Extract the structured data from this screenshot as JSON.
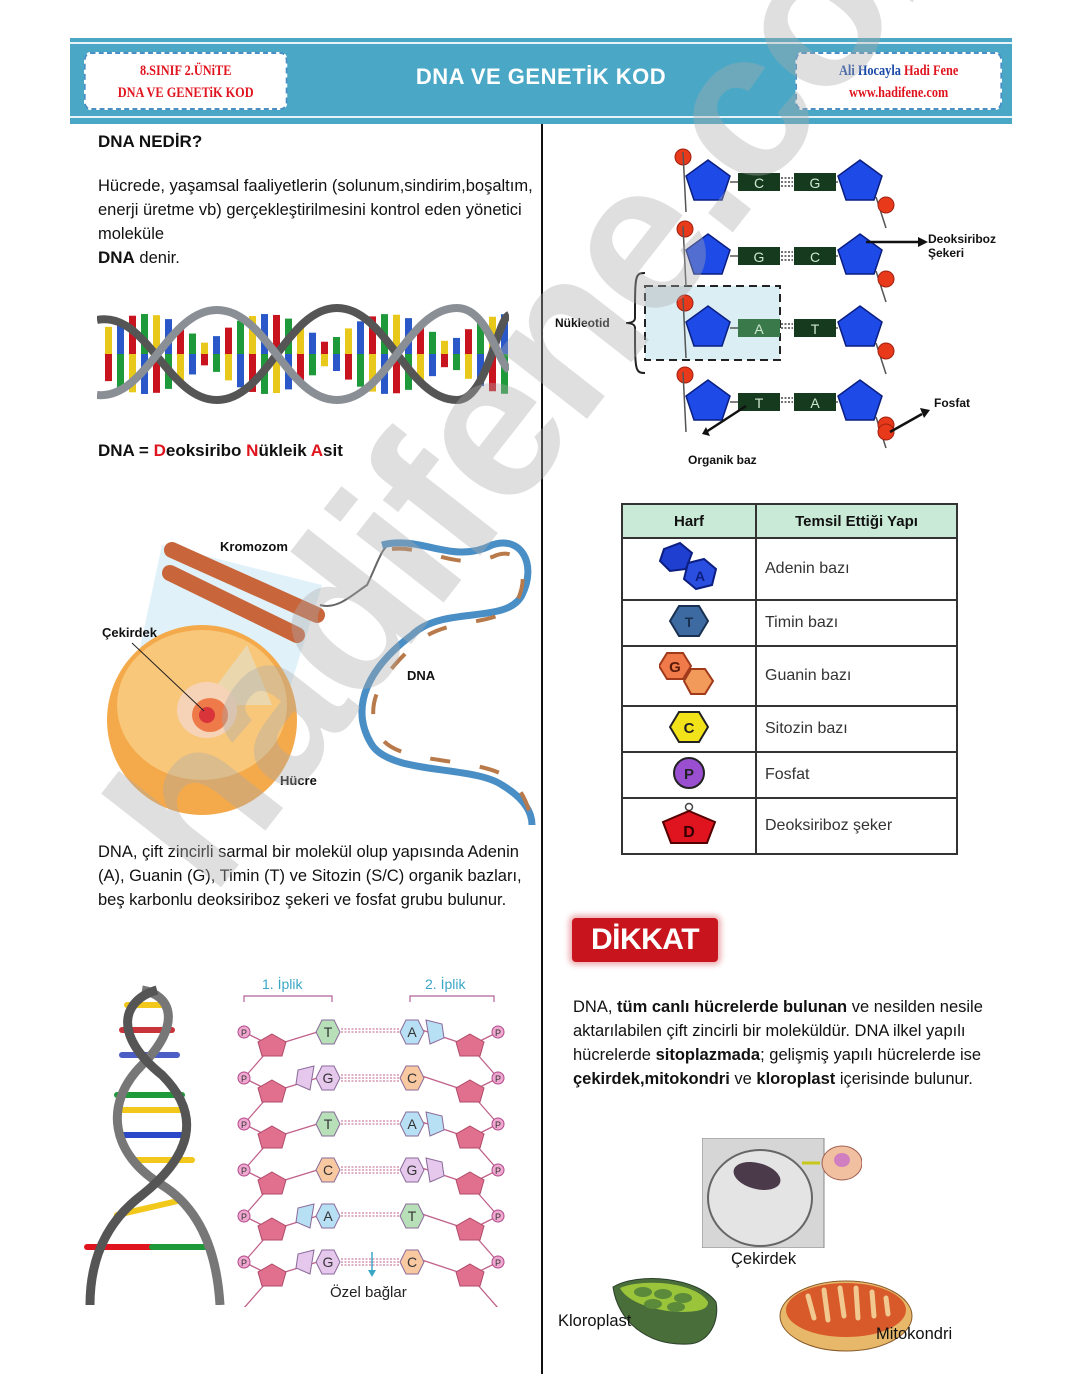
{
  "header": {
    "left_box": {
      "line1": "8.SINIF 2.ÜNiTE",
      "line2": "DNA VE GENETiK KOD"
    },
    "title": "DNA VE GENETİK KOD",
    "right_box": {
      "line1_blue": "Ali Hocayla",
      "line1_red": "Hadi Fene",
      "line2": "www.hadifene.com"
    },
    "colors": {
      "banner": "#4aa8c6",
      "accent_red": "#e0141e",
      "accent_blue": "#1a4aa8"
    }
  },
  "watermark": "hadifene.com",
  "left_column": {
    "heading": "DNA NEDİR?",
    "intro": {
      "text": "Hücrede, yaşamsal faaliyetlerin (solunum,sindirim,boşaltım, enerji üretme vb) gerçekleştirilmesini kontrol eden yönetici moleküle",
      "bold": "DNA",
      "tail": " denir."
    },
    "acronym": {
      "prefix": "DNA = ",
      "parts": [
        {
          "initial": "D",
          "rest": "eoksiribo "
        },
        {
          "initial": "N",
          "rest": "ükleik "
        },
        {
          "initial": "A",
          "rest": "sit"
        }
      ]
    },
    "cell_figure": {
      "labels": {
        "chromosome": "Kromozom",
        "nucleus": "Çekirdek",
        "dna": "DNA",
        "cell": "Hücre"
      }
    },
    "structure_text": "DNA, çift zincirli sarmal bir molekül olup yapısında Adenin (A), Guanin (G), Timin (T) ve Sitozin (S/C) organik bazları, beş karbonlu deoksiriboz şekeri ve fosfat grubu bulunur.",
    "strand_figure": {
      "strand1_label": "1. İplik",
      "strand2_label": "2. İplik",
      "phosphate_symbol": "P",
      "pairs": [
        {
          "left": "T",
          "right": "A"
        },
        {
          "left": "G",
          "right": "C"
        },
        {
          "left": "T",
          "right": "A"
        },
        {
          "left": "C",
          "right": "G"
        },
        {
          "left": "A",
          "right": "T"
        },
        {
          "left": "G",
          "right": "C"
        }
      ],
      "bond_label": "Özel bağlar"
    }
  },
  "right_column": {
    "nucleotide_figure": {
      "pairs": [
        {
          "left": "C",
          "right": "G"
        },
        {
          "left": "G",
          "right": "C"
        },
        {
          "left": "A",
          "right": "T"
        },
        {
          "left": "T",
          "right": "A"
        }
      ],
      "labels": {
        "sugar": "Deoksiriboz Şekeri",
        "sugar_line1": "Deoksiriboz",
        "sugar_line2": "Şekeri",
        "nucleotide": "Nükleotid",
        "phosphate": "Fosfat",
        "base": "Organik baz"
      }
    },
    "legend_table": {
      "headers": [
        "Harf",
        "Temsil Ettiği Yapı"
      ],
      "rows": [
        {
          "symbol": "A",
          "icon": "adenine-icon",
          "color": "#1e3fd0",
          "label": "Adenin bazı"
        },
        {
          "symbol": "T",
          "icon": "thymine-icon",
          "color": "#3d6aa0",
          "label": "Timin bazı"
        },
        {
          "symbol": "G",
          "icon": "guanine-icon",
          "color": "#f07a4a",
          "label": "Guanin bazı"
        },
        {
          "symbol": "C",
          "icon": "cytosine-icon",
          "color": "#f2e21a",
          "label": "Sitozin bazı"
        },
        {
          "symbol": "P",
          "icon": "phosphate-icon",
          "color": "#9a4ed0",
          "label": "Fosfat"
        },
        {
          "symbol": "D",
          "icon": "deoxyribose-icon",
          "color": "#e0141e",
          "label": "Deoksiriboz şeker"
        }
      ]
    },
    "dikkat": {
      "badge": "DİKKAT",
      "segments": [
        {
          "t": "DNA, ",
          "b": false
        },
        {
          "t": "tüm canlı hücrelerde bulunan",
          "b": true
        },
        {
          "t": " ve nesilden nesile aktarılabilen çift zincirli bir moleküldür. DNA ilkel yapılı hücrelerde ",
          "b": false
        },
        {
          "t": "sitoplazmada",
          "b": true
        },
        {
          "t": ";  gelişmiş yapılı hücrelerde ise ",
          "b": false
        },
        {
          "t": "çekirdek,mitokondri",
          "b": true
        },
        {
          "t": " ve ",
          "b": false
        },
        {
          "t": "kloroplast",
          "b": true
        },
        {
          "t": " içerisinde bulunur.",
          "b": false
        }
      ]
    },
    "organelles": {
      "nucleus": "Çekirdek",
      "chloroplast": "Kloroplast",
      "mitochondria": "Mitokondri"
    }
  }
}
